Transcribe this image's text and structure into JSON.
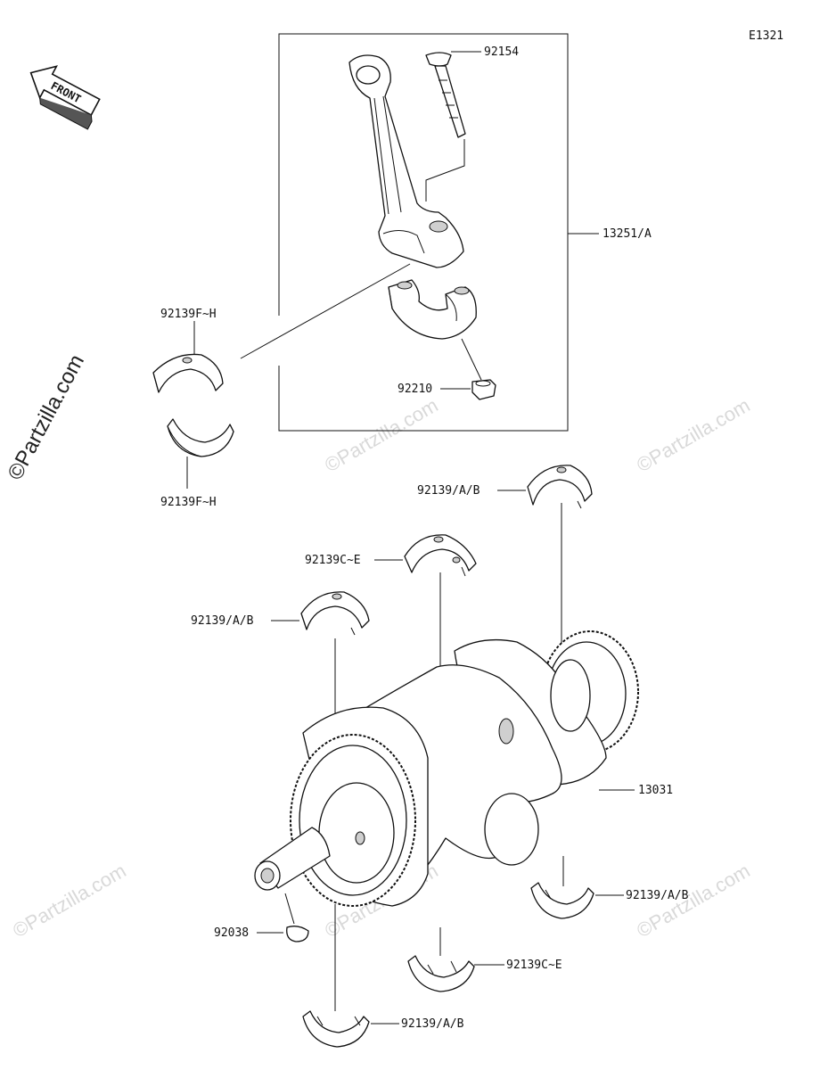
{
  "figure_code": "E1321",
  "front_arrow_text": "FRONT",
  "watermarks": {
    "left_vertical": "©Partzilla.com",
    "tile": "©Partzilla.com"
  },
  "callouts": {
    "bolt": "92154",
    "connecting_rod_assy": "13251/A",
    "upper_bearing_left": "92139F~H",
    "lower_bearing_left": "92139F~H",
    "nut": "92210",
    "main_bearing_upper_right": "92139/A/B",
    "main_bearing_upper_center": "92139C~E",
    "main_bearing_upper_left": "92139/A/B",
    "crankshaft": "13031",
    "main_bearing_lower_right": "92139/A/B",
    "key": "92038",
    "main_bearing_lower_center": "92139C~E",
    "main_bearing_lower_bottom": "92139/A/B"
  }
}
